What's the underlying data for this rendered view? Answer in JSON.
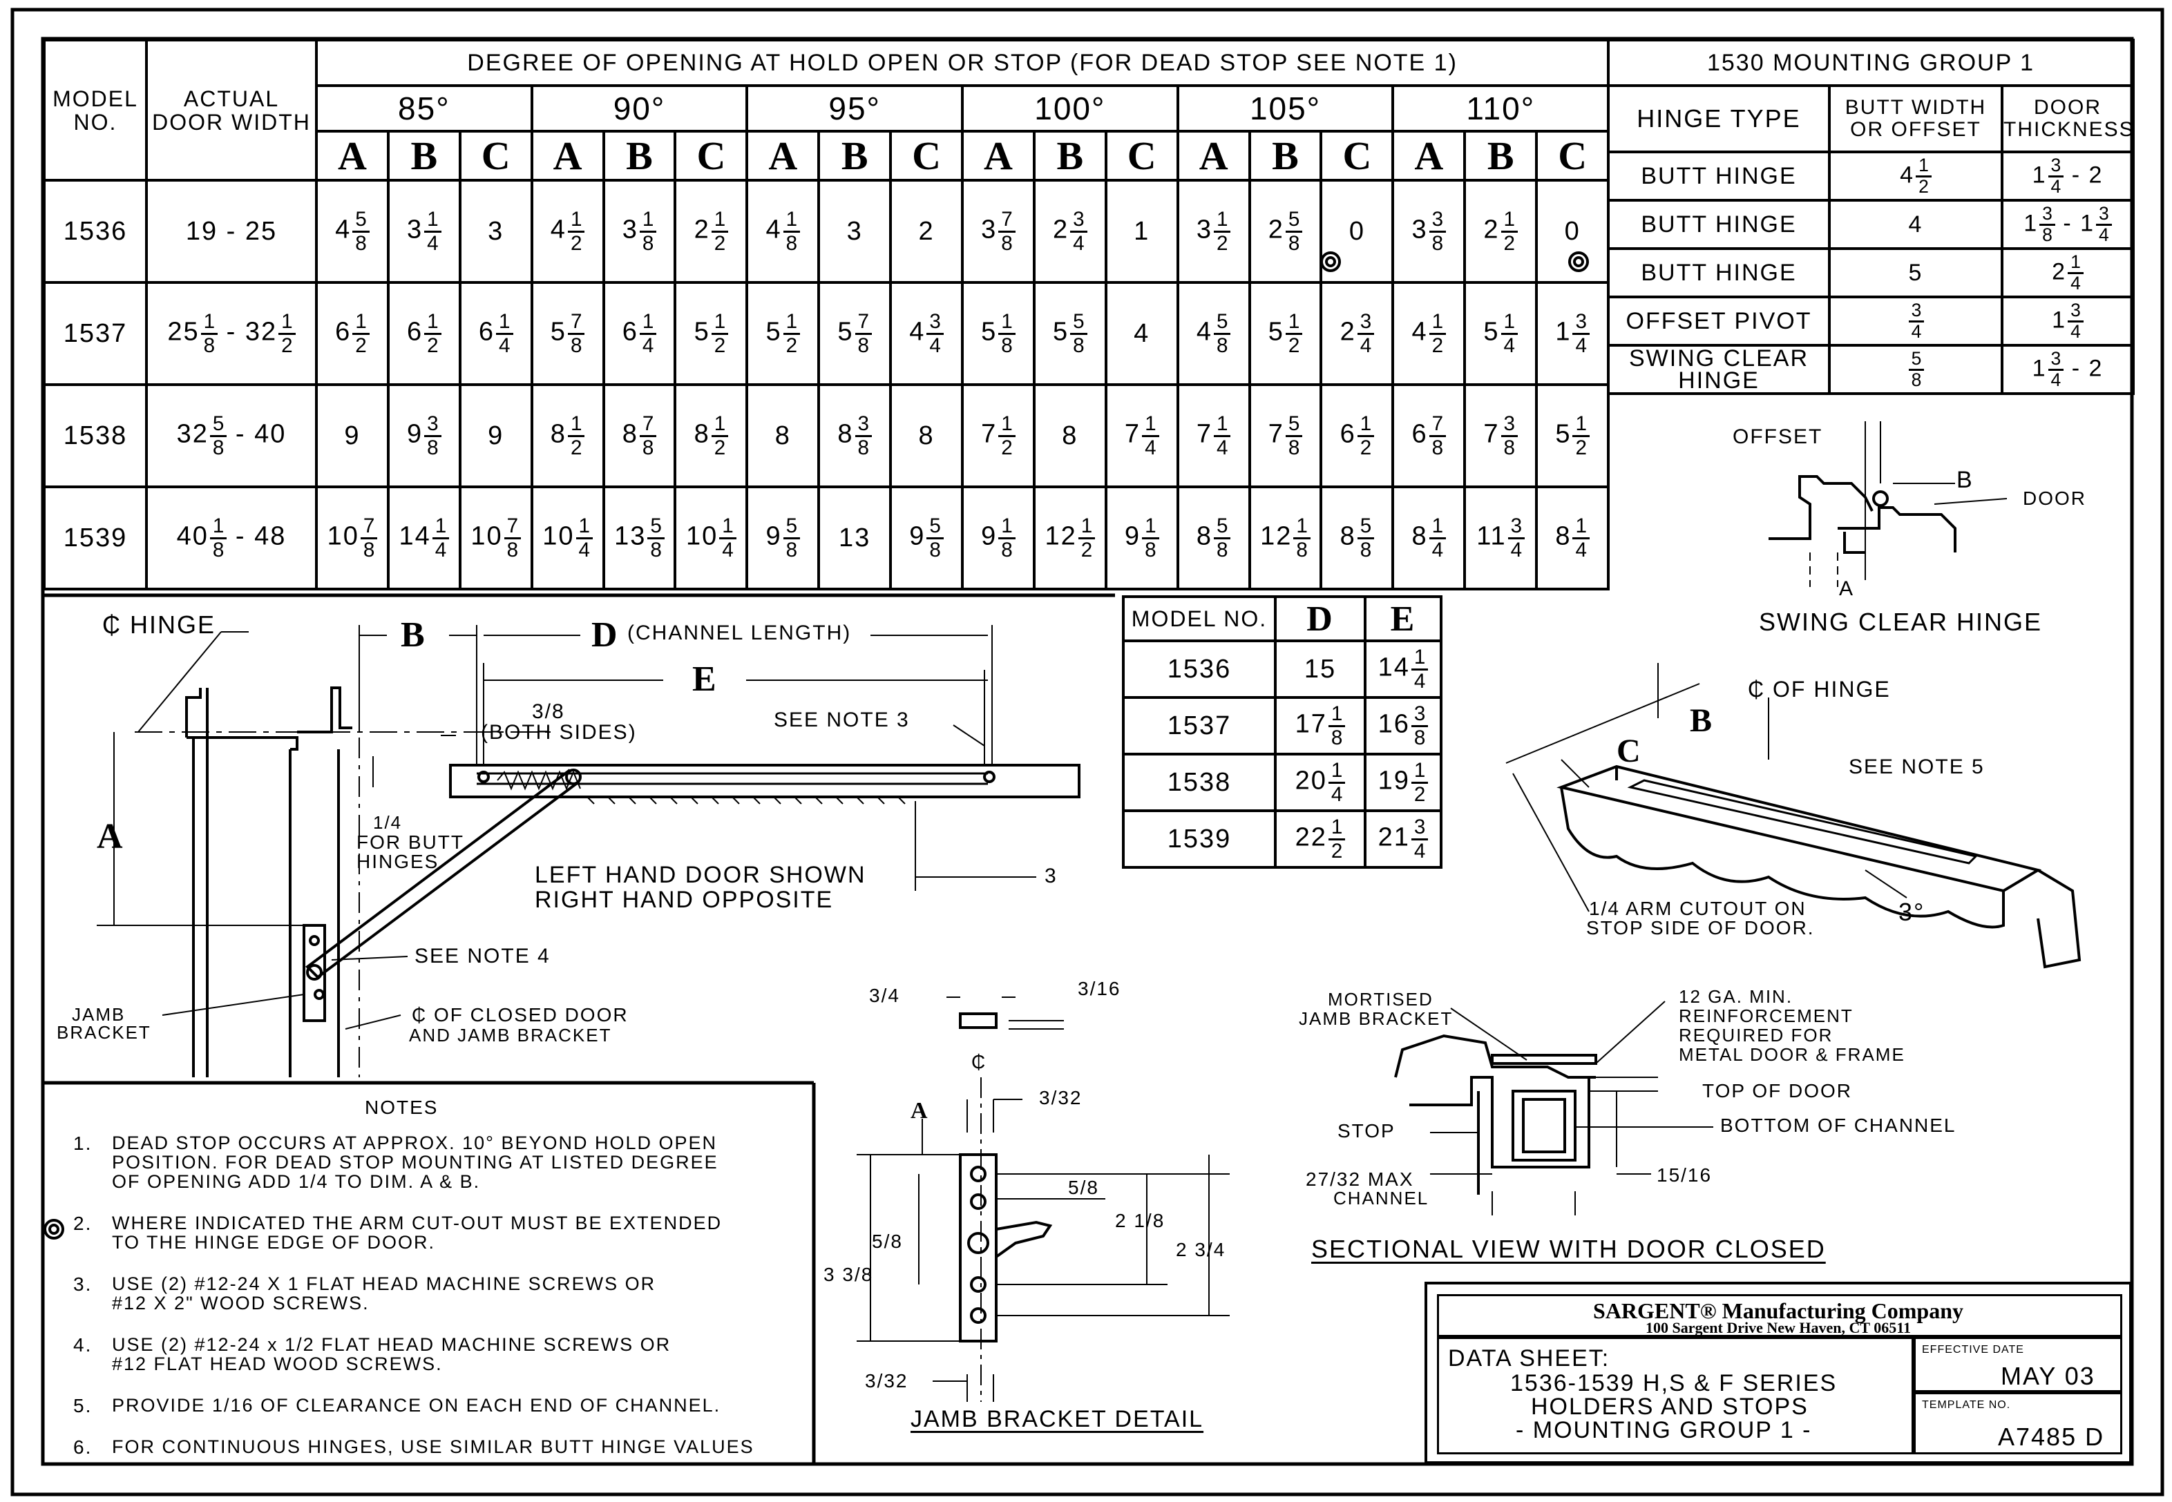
{
  "main_table": {
    "header_model": "MODEL NO.",
    "header_width": "ACTUAL DOOR WIDTH",
    "header_degree": "DEGREE OF OPENING AT HOLD OPEN OR STOP (FOR DEAD STOP SEE NOTE 1)",
    "degrees": [
      "85°",
      "90°",
      "95°",
      "100°",
      "105°",
      "110°"
    ],
    "letters": [
      "A",
      "B",
      "C"
    ],
    "rows": [
      {
        "model": "1536",
        "width": "19 - 25",
        "cells": [
          "4 5/8",
          "3 1/4",
          "3",
          "4 1/2",
          "3 1/8",
          "2 1/2",
          "4 1/8",
          "3",
          "2",
          "3 7/8",
          "2 3/4",
          "1",
          "3 1/2",
          "2 5/8",
          "0",
          "3 3/8",
          "2 1/2",
          "0"
        ]
      },
      {
        "model": "1537",
        "width": "25 1/8 - 32 1/2",
        "cells": [
          "6 1/2",
          "6 1/2",
          "6 1/4",
          "5 7/8",
          "6 1/4",
          "5 1/2",
          "5 1/2",
          "5 7/8",
          "4 3/4",
          "5 1/8",
          "5 5/8",
          "4",
          "4 5/8",
          "5 1/2",
          "2 3/4",
          "4 1/2",
          "5 1/4",
          "1 3/4"
        ]
      },
      {
        "model": "1538",
        "width": "32 5/8 - 40",
        "cells": [
          "9",
          "9 3/8",
          "9",
          "8 1/2",
          "8 7/8",
          "8 1/2",
          "8",
          "8 3/8",
          "8",
          "7 1/2",
          "8",
          "7 1/4",
          "7 1/4",
          "7 5/8",
          "6 1/2",
          "6 7/8",
          "7 3/8",
          "5 1/2"
        ]
      },
      {
        "model": "1539",
        "width": "40 1/8 - 48",
        "cells": [
          "10 7/8",
          "14 1/4",
          "10 7/8",
          "10 1/4",
          "13 5/8",
          "10 1/4",
          "9 5/8",
          "13",
          "9 5/8",
          "9 1/8",
          "12 1/2",
          "9 1/8",
          "8 5/8",
          "12 1/8",
          "8 5/8",
          "8 1/4",
          "11 3/4",
          "8 1/4"
        ]
      }
    ]
  },
  "mounting_table": {
    "title": "1530 MOUNTING GROUP 1",
    "headers": [
      "HINGE TYPE",
      "BUTT WIDTH OR OFFSET",
      "DOOR THICKNESS"
    ],
    "rows": [
      [
        "BUTT HINGE",
        "4 1/2",
        "1 3/4 - 2"
      ],
      [
        "BUTT HINGE",
        "4",
        "1 3/8 - 1 3/4"
      ],
      [
        "BUTT HINGE",
        "5",
        "2 1/4"
      ],
      [
        "OFFSET PIVOT",
        "3/4",
        "1 3/4"
      ],
      [
        "SWING CLEAR HINGE",
        "5/8",
        "1 3/4 - 2"
      ]
    ]
  },
  "de_table": {
    "headers": [
      "MODEL NO.",
      "D",
      "E"
    ],
    "rows": [
      [
        "1536",
        "15",
        "14 1/4"
      ],
      [
        "1537",
        "17 1/8",
        "16 3/8"
      ],
      [
        "1538",
        "20 1/4",
        "19 1/2"
      ],
      [
        "1539",
        "22 1/2",
        "21 3/4"
      ]
    ]
  },
  "plan_view": {
    "hinge_label": "₵ HINGE",
    "b": "B",
    "d": "D",
    "channel_length": "(CHANNEL LENGTH)",
    "e": "E",
    "three_eighths": "3/8",
    "both_sides": "(BOTH SIDES)",
    "see_note_3": "SEE NOTE 3",
    "a": "A",
    "quarter": "1/4",
    "for_butt": "FOR BUTT",
    "hinges": "HINGES",
    "left_hand_1": "LEFT HAND DOOR SHOWN",
    "left_hand_2": "RIGHT HAND OPPOSITE",
    "three": "3",
    "see_note_4": "SEE NOTE 4",
    "jamb": "JAMB",
    "bracket": "BRACKET",
    "closed_door_1": "₵ OF CLOSED DOOR",
    "closed_door_2": "AND JAMB BRACKET"
  },
  "swing_clear": {
    "offset": "OFFSET",
    "b": "B",
    "door": "DOOR",
    "a": "A",
    "title": "SWING CLEAR HINGE"
  },
  "iso_view": {
    "of_hinge": "₵ OF HINGE",
    "b": "B",
    "c": "C",
    "see_note_5": "SEE NOTE 5",
    "cutout_1": "1/4 ARM CUTOUT ON",
    "cutout_2": "STOP SIDE OF DOOR.",
    "three_deg": "3°"
  },
  "jamb_detail": {
    "three_quarter": "3/4",
    "three_sixteenth": "3/16",
    "cl": "₵",
    "three_32_top": "3/32",
    "a": "A",
    "five_eighth_r": "5/8",
    "five_eighth_l": "5/8",
    "two_eighth": "2 1/8",
    "two_three_quarter": "2 3/4",
    "three_three_eighth": "3 3/8",
    "three_32_bottom": "3/32",
    "title": "JAMB BRACKET DETAIL"
  },
  "section_view": {
    "mortised_1": "MORTISED",
    "mortised_2": "JAMB BRACKET",
    "reinf_1": "12 GA. MIN.",
    "reinf_2": "REINFORCEMENT",
    "reinf_3": "REQUIRED FOR",
    "reinf_4": "METAL DOOR & FRAME",
    "top_of_door": "TOP OF DOOR",
    "bottom_channel": "BOTTOM OF CHANNEL",
    "stop": "STOP",
    "max_1": "27/32 MAX",
    "max_2": "CHANNEL",
    "fifteen_16": "15/16",
    "title": "SECTIONAL VIEW WITH DOOR CLOSED"
  },
  "notes": {
    "title": "NOTES",
    "items": [
      {
        "num": "1.",
        "lines": [
          "DEAD STOP OCCURS AT APPROX. 10° BEYOND HOLD OPEN",
          "POSITION. FOR DEAD STOP MOUNTING AT LISTED DEGREE",
          "OF OPENING ADD 1/4 TO DIM. A & B."
        ]
      },
      {
        "num": "2.",
        "lines": [
          "WHERE INDICATED THE ARM CUT-OUT MUST BE EXTENDED",
          "TO THE HINGE EDGE OF DOOR."
        ]
      },
      {
        "num": "3.",
        "lines": [
          "USE (2) #12-24 X 1 FLAT HEAD MACHINE SCREWS OR",
          "#12 X 2\" WOOD SCREWS."
        ]
      },
      {
        "num": "4.",
        "lines": [
          "USE (2) #12-24 x 1/2 FLAT HEAD MACHINE SCREWS OR",
          "#12 FLAT HEAD WOOD SCREWS."
        ]
      },
      {
        "num": "5.",
        "lines": [
          "PROVIDE 1/16 OF CLEARANCE ON EACH END OF CHANNEL."
        ]
      },
      {
        "num": "6.",
        "lines": [
          "FOR CONTINUOUS HINGES, USE SIMILAR BUTT HINGE VALUES"
        ]
      }
    ]
  },
  "title_block": {
    "company": "SARGENT® Manufacturing Company",
    "address": "100 Sargent Drive New Haven, CT 06511",
    "data_sheet": "DATA SHEET:",
    "line1": "1536-1539 H,S & F SERIES",
    "line2": "HOLDERS AND STOPS",
    "line3": "- MOUNTING GROUP 1 -",
    "eff_label": "EFFECTIVE DATE",
    "eff_value": "MAY 03",
    "tpl_label": "TEMPLATE NO.",
    "tpl_value": "A7485 D"
  }
}
